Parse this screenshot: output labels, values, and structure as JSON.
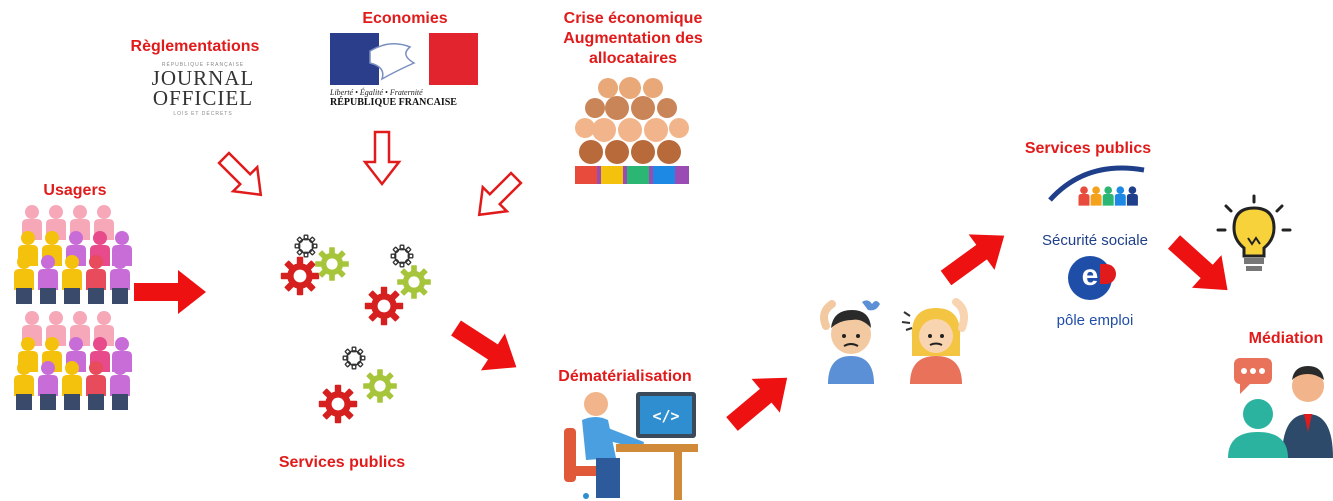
{
  "labels": {
    "reglementations": "Règlementations",
    "economies": "Economies",
    "crise": "Crise économique Augmentation des allocataires",
    "usagers": "Usagers",
    "services_publics_left": "Services publics",
    "dematerialisation": "Dématérialisation",
    "services_publics_right": "Services publics",
    "mediation": "Médiation"
  },
  "journal_officiel": {
    "top": "RÉPUBLIQUE FRANÇAISE",
    "line1": "JOURNAL",
    "line2": "OFFICIEL",
    "bottom": "LOIS ET DÉCRETS"
  },
  "republique": {
    "motto": "Liberté • Égalité • Fraternité",
    "name": "RÉPUBLIQUE FRANCAISE"
  },
  "securite_sociale": {
    "name": "Sécurité sociale"
  },
  "pole_emploi": {
    "logo_letter": "e",
    "name": "pôle emploi"
  },
  "computer": {
    "screen_code": "</>"
  },
  "colors": {
    "label_red": "#e11b1b",
    "arrow_red": "#ee1111",
    "blue": "#1f4ea8",
    "gear_red": "#d62020",
    "gear_green": "#a6c53a"
  }
}
